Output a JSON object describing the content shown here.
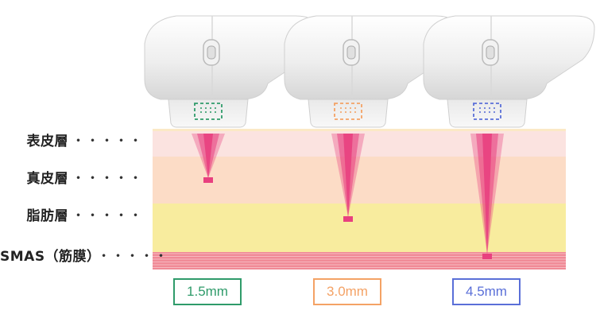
{
  "layers": [
    {
      "id": "epidermis",
      "label": "表皮層",
      "color": "#fbe3e0"
    },
    {
      "id": "dermis",
      "label": "真皮層",
      "color": "#fcdcc6"
    },
    {
      "id": "fat",
      "label": "脂肪層",
      "color": "#f8ec9e"
    },
    {
      "id": "smas",
      "label": "SMAS（筋膜）",
      "color": "#f08a96"
    }
  ],
  "dots": "・・・・・",
  "depths": [
    {
      "label": "1.5mm",
      "color": "#2f9b6a"
    },
    {
      "label": "3.0mm",
      "color": "#f4a265"
    },
    {
      "label": "4.5mm",
      "color": "#5a6fd8"
    }
  ],
  "beam_color": "#e8407f",
  "device_icon": "ultrasound-handpiece-icon"
}
